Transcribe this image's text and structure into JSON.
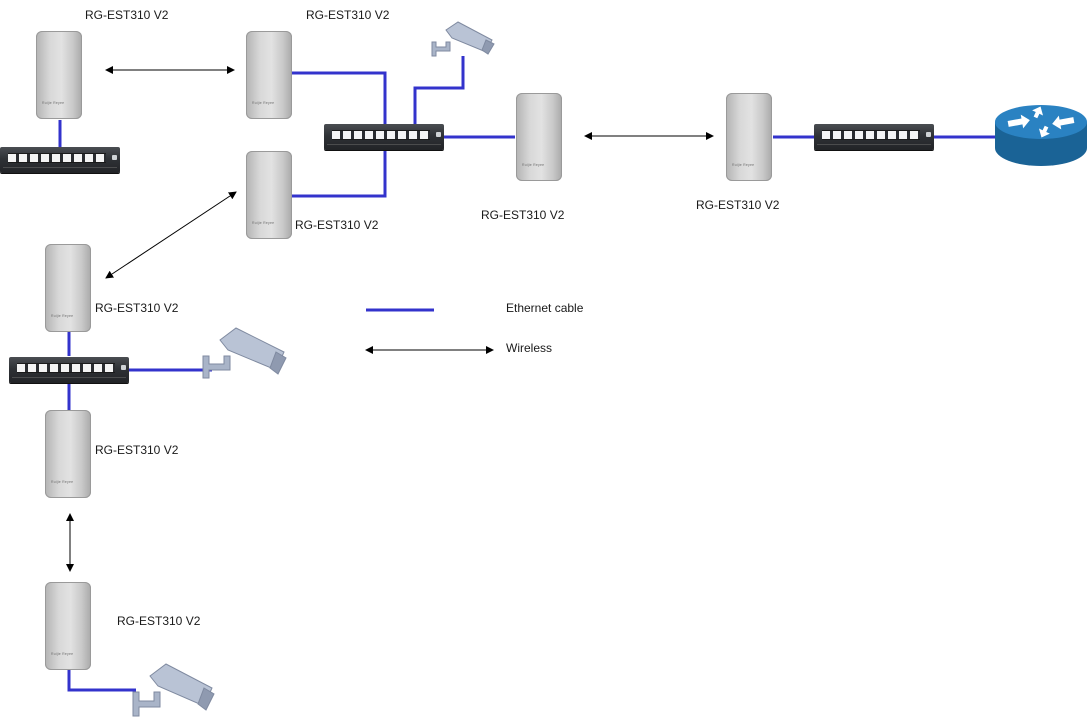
{
  "device_label": "RG-EST310 V2",
  "ap_brand": "Ruijie Reyee",
  "legend": {
    "ethernet": "Ethernet cable",
    "wireless": "Wireless"
  },
  "colors": {
    "ethernet": "#3333cc",
    "wireless": "#000000",
    "router": "#1f6fa8",
    "camera": "#a9b4c8"
  }
}
